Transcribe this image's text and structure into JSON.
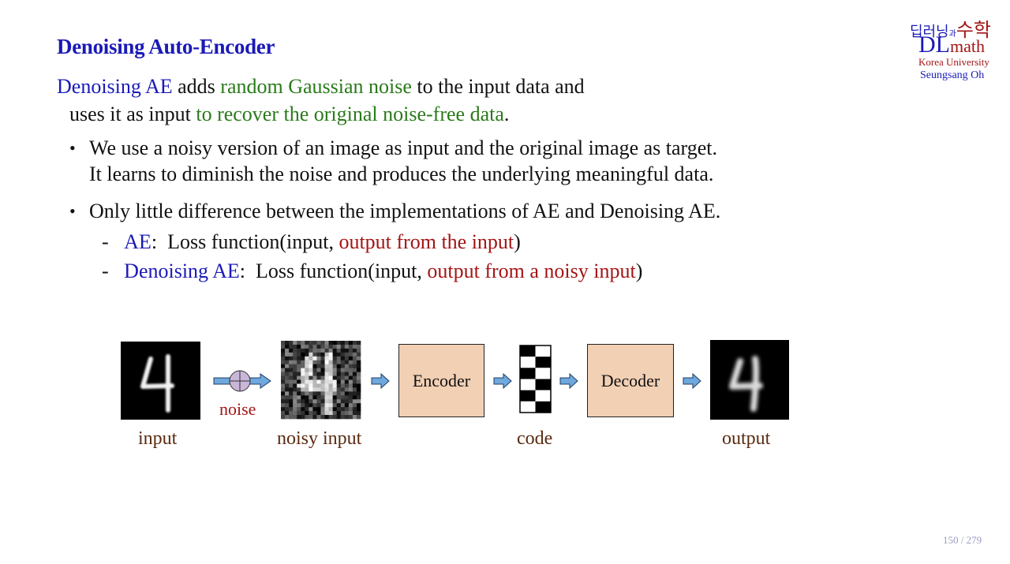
{
  "title": "Denoising Auto-Encoder",
  "logo": {
    "korean_left": "딥러닝",
    "korean_mid": "과",
    "korean_right": "수학",
    "dl": "DL",
    "math": "math",
    "university": "Korea University",
    "author": "Seungsang Oh"
  },
  "intro": {
    "line1": {
      "p1": "Denoising AE",
      "p2": " adds ",
      "p3": "random Gaussian noise",
      "p4": " to the input data and"
    },
    "line2": {
      "p1": "uses it as input ",
      "p2": "to recover the original noise-free data",
      "p3": "."
    }
  },
  "bullets": [
    {
      "line1": "We use a noisy version of an image as input and the original image as target.",
      "line2": "It learns to diminish the noise and produces the underlying meaningful data."
    },
    {
      "line1": "Only little difference between the implementations of AE and Denoising AE."
    }
  ],
  "subitems": [
    {
      "dash": "-",
      "name": "AE",
      "colon": ":",
      "func": "Loss function",
      "args_prefix": "(input, ",
      "args_red": "output from the input",
      "args_suffix": ")"
    },
    {
      "dash": "-",
      "name": "Denoising AE",
      "colon": ":",
      "func": "Loss function",
      "args_prefix": "(input, ",
      "args_red": "output from a noisy input",
      "args_suffix": ")"
    }
  ],
  "diagram": {
    "labels": {
      "input": "input",
      "noise": "noise",
      "noisy_input": "noisy input",
      "encoder": "Encoder",
      "code": "code",
      "decoder": "Decoder",
      "output": "output"
    },
    "code_pattern": [
      1,
      0,
      1,
      0,
      1,
      0
    ],
    "colors": {
      "box_fill": "#f2d0b4",
      "arrow_fill": "#6fa8dc",
      "noise_circle": "#c9b6d8",
      "label_brown": "#5a2a10",
      "noise_red": "#a31515"
    }
  },
  "page": {
    "current": "150",
    "sep": " / ",
    "total": "279"
  }
}
